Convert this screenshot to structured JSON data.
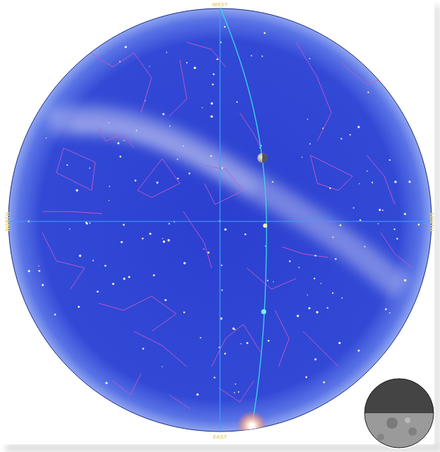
{
  "diagram": {
    "labels": [
      "WEST",
      "NORTH",
      "SOUTH",
      "EAST"
    ]
  }
}
